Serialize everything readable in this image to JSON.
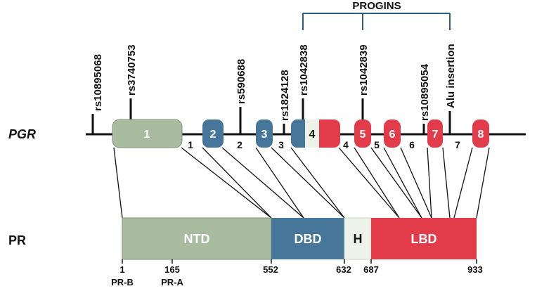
{
  "gene_label": "PGR",
  "protein_label": "PR",
  "progins_label": "PROGINS",
  "snps": {
    "s1": "rs10895068",
    "s2": "rs3740753",
    "s3": "rs590688",
    "s4": "rs1824128",
    "s5": "rs1042838",
    "s6": "rs1042839",
    "s7": "rs10895054",
    "s8": "Alu insertion"
  },
  "exons": [
    "1",
    "2",
    "3",
    "4",
    "5",
    "6",
    "7",
    "8"
  ],
  "introns": [
    "1",
    "2",
    "3",
    "4",
    "5",
    "6",
    "7"
  ],
  "domains": {
    "ntd": "NTD",
    "dbd": "DBD",
    "h": "H",
    "lbd": "LBD"
  },
  "positions": {
    "p1": "1",
    "p165": "165",
    "p552": "552",
    "p632": "632",
    "p687": "687",
    "p933": "933"
  },
  "isoforms": {
    "prb": "PR-B",
    "pra": "PR-A"
  },
  "colors": {
    "green": "#a9bca0",
    "blue": "#46769a",
    "red": "#e23b49",
    "hinge": "#eef3ea"
  }
}
